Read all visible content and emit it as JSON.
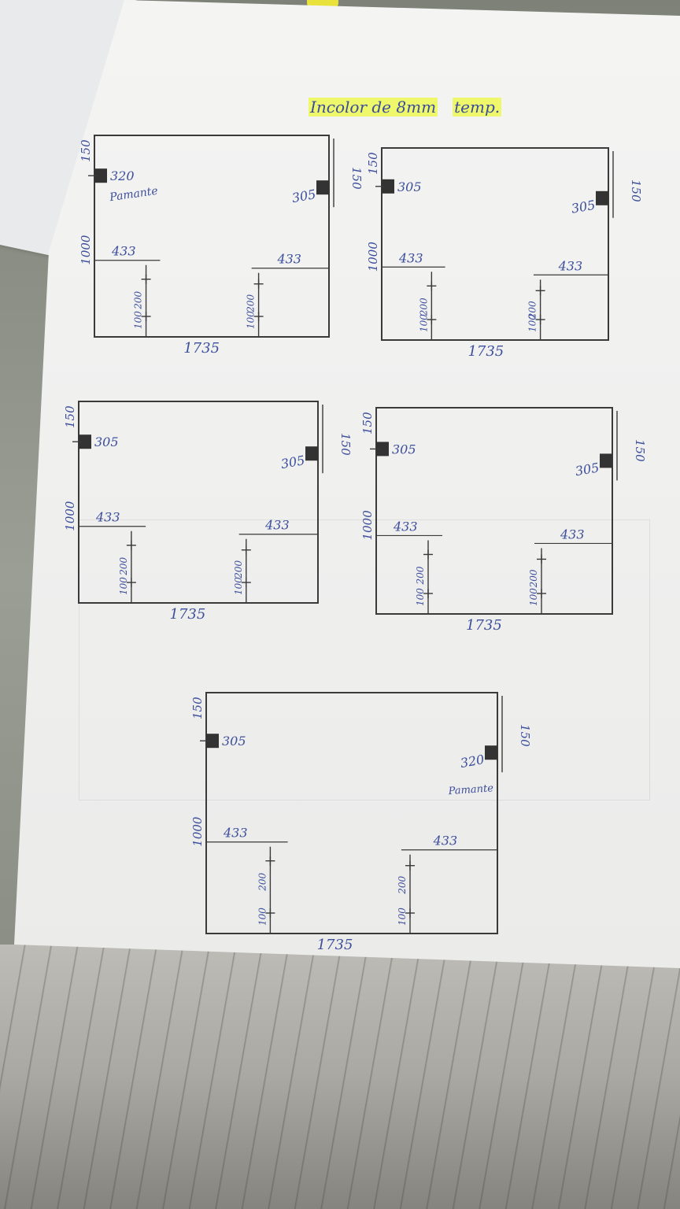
{
  "title": {
    "prefix": "",
    "line1": "Incolor de 8mm",
    "line2": "temp."
  },
  "panels": [
    {
      "top_offset": "150",
      "left_notch": "320",
      "left_note": "Pamante",
      "right_notch": "305",
      "right_offset": "150",
      "height": "1000",
      "left_width": "433",
      "right_width": "433",
      "gap_a": "200",
      "gap_b": "100",
      "width": "1735"
    },
    {
      "top_offset": "150",
      "left_notch": "305",
      "left_note": "",
      "right_notch": "305",
      "right_offset": "150",
      "height": "1000",
      "left_width": "433",
      "right_width": "433",
      "gap_a": "200",
      "gap_b": "100",
      "width": "1735"
    },
    {
      "top_offset": "150",
      "left_notch": "305",
      "left_note": "",
      "right_notch": "305",
      "right_offset": "150",
      "height": "1000",
      "left_width": "433",
      "right_width": "433",
      "gap_a": "200",
      "gap_b": "100",
      "width": "1735"
    },
    {
      "top_offset": "150",
      "left_notch": "305",
      "left_note": "",
      "right_notch": "305",
      "right_offset": "150",
      "height": "1000",
      "left_width": "433",
      "right_width": "433",
      "gap_a": "200",
      "gap_b": "100",
      "width": "1735"
    },
    {
      "top_offset": "150",
      "left_notch": "305",
      "left_note": "",
      "right_notch": "320",
      "right_note": "Pamante",
      "right_offset": "150",
      "height": "1000",
      "left_width": "433",
      "right_width": "433",
      "gap_a": "200",
      "gap_b": "100",
      "width": "1735"
    }
  ],
  "colors": {
    "ink_pencil": "#3a3a3a",
    "ink_pen": "#3d4f9c",
    "highlighter": "#ecfa3c"
  }
}
